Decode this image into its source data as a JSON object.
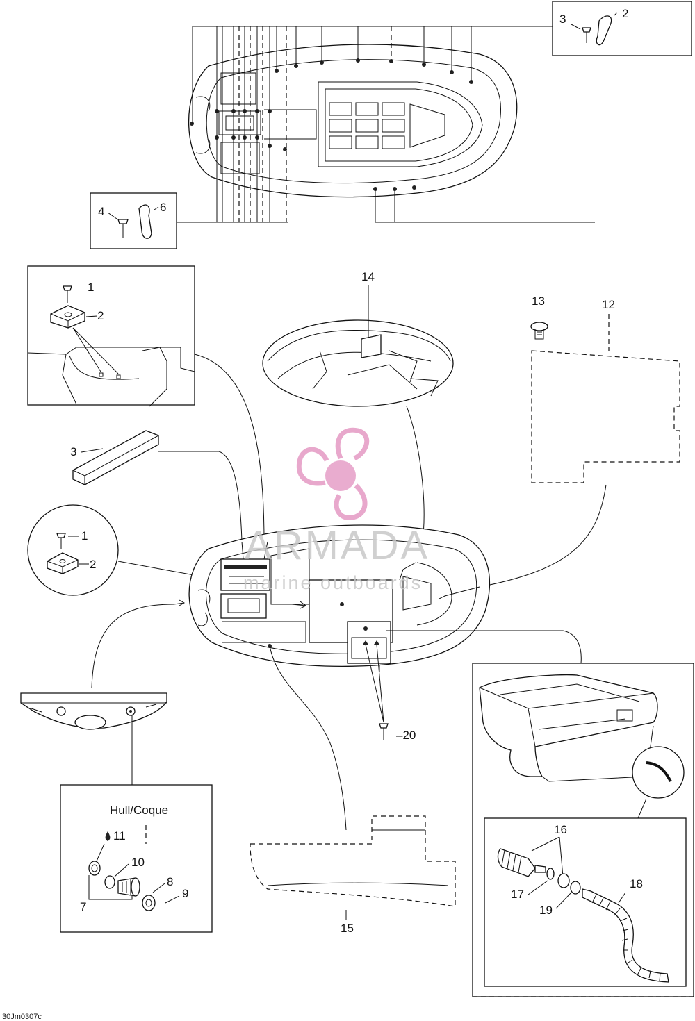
{
  "callouts": {
    "top_clip_box": {
      "screw": "3",
      "clip": "2"
    },
    "left_clip_box": {
      "screw": "4",
      "clip": "6"
    },
    "foam_detail": {
      "screw": "1",
      "pad": "2"
    },
    "foam_strip": "3",
    "round_detail": {
      "screw": "1",
      "pad": "2"
    },
    "seat_panel": "14",
    "rivet": "13",
    "liner": "12",
    "fastener_bottom": "–20",
    "floor_panel": "15",
    "drain": {
      "hull_label": "Hull/Coque",
      "sealant": "11",
      "gasket": "10",
      "plug": "8",
      "screw": "9",
      "assembly": "7"
    },
    "tank": {
      "hose_fittings": "16",
      "gasket": "17",
      "nut": "19",
      "hose": "18"
    }
  },
  "watermark": {
    "brand": "ARMADA",
    "tagline": "marine outboards",
    "logo_color": "#e8a8cc"
  },
  "figure_id": "30Jm0307c"
}
